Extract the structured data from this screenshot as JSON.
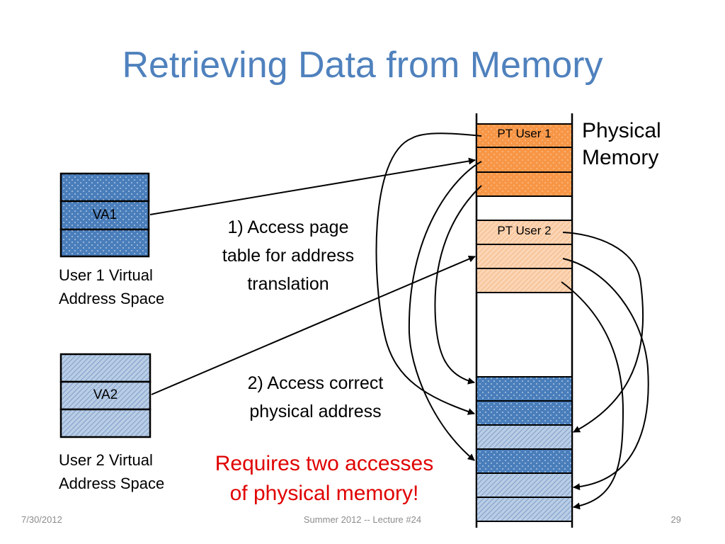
{
  "slide": {
    "title": "Retrieving Data from Memory",
    "physical_memory_label_line1": "Physical",
    "physical_memory_label_line2": "Memory",
    "user1": {
      "va_label": "VA1",
      "caption_line1": "User 1 Virtual",
      "caption_line2": "Address Space"
    },
    "user2": {
      "va_label": "VA2",
      "caption_line1": "User 2 Virtual",
      "caption_line2": "Address Space"
    },
    "pt_user1_label": "PT User 1",
    "pt_user2_label": "PT User 2",
    "step1_line1": "1)  Access page",
    "step1_line2": "table for address",
    "step1_line3": "translation",
    "step2_line1": "2)  Access correct",
    "step2_line2": "physical address",
    "note_line1": "Requires two accesses",
    "note_line2": "of physical memory!",
    "footer": {
      "date": "7/30/2012",
      "center": "Summer 2012 -- Lecture #24",
      "page": "29"
    }
  },
  "colors": {
    "title": "#4f81bd",
    "note": "#e00000",
    "user1_fill": "#4a7ebb",
    "user2_fill": "#b9cde5",
    "pt_user1_fill": "#f79646",
    "pt_user2_fill": "#fbd5b5"
  }
}
